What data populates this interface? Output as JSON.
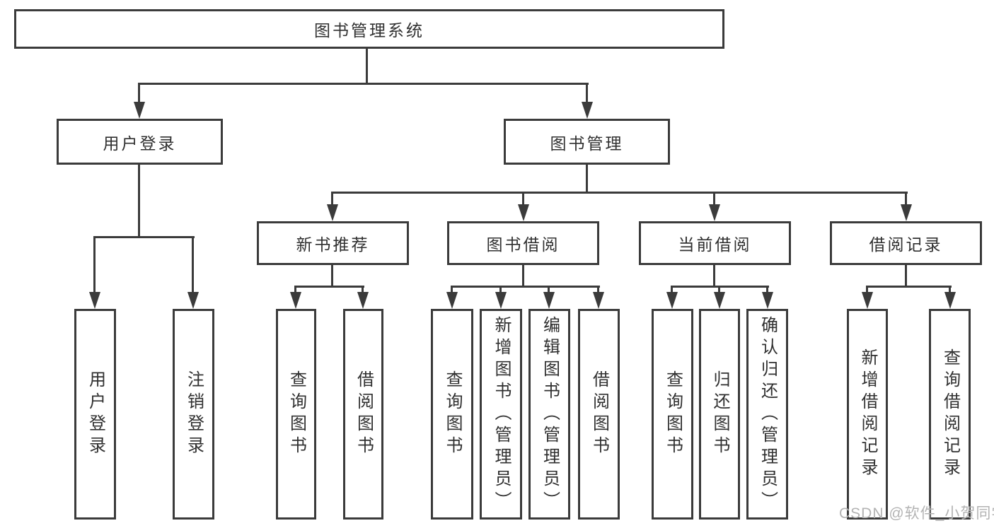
{
  "diagram": {
    "title": "图书管理系统",
    "branches": [
      {
        "label": "用户登录",
        "children": [
          {
            "label": "用户登录"
          },
          {
            "label": "注销登录"
          }
        ]
      },
      {
        "label": "图书管理",
        "sections": [
          {
            "label": "新书推荐",
            "children": [
              {
                "label": "查询图书"
              },
              {
                "label": "借阅图书"
              }
            ]
          },
          {
            "label": "图书借阅",
            "children": [
              {
                "label": "查询图书"
              },
              {
                "label": "新增图书（管理员）"
              },
              {
                "label": "编辑图书（管理员）"
              },
              {
                "label": "借阅图书"
              }
            ]
          },
          {
            "label": "当前借阅",
            "children": [
              {
                "label": "查询图书"
              },
              {
                "label": "归还图书"
              },
              {
                "label": "确认归还（管理员）"
              }
            ]
          },
          {
            "label": "借阅记录",
            "children": [
              {
                "label": "新增借阅记录"
              },
              {
                "label": "查询借阅记录"
              }
            ]
          }
        ]
      }
    ]
  },
  "watermark": {
    "text": "CSDN @软件_小贺同学"
  },
  "colors": {
    "line": "#3b3b3b",
    "text": "#303030",
    "watermark": "#b3b3b3",
    "background": "#ffffff"
  }
}
